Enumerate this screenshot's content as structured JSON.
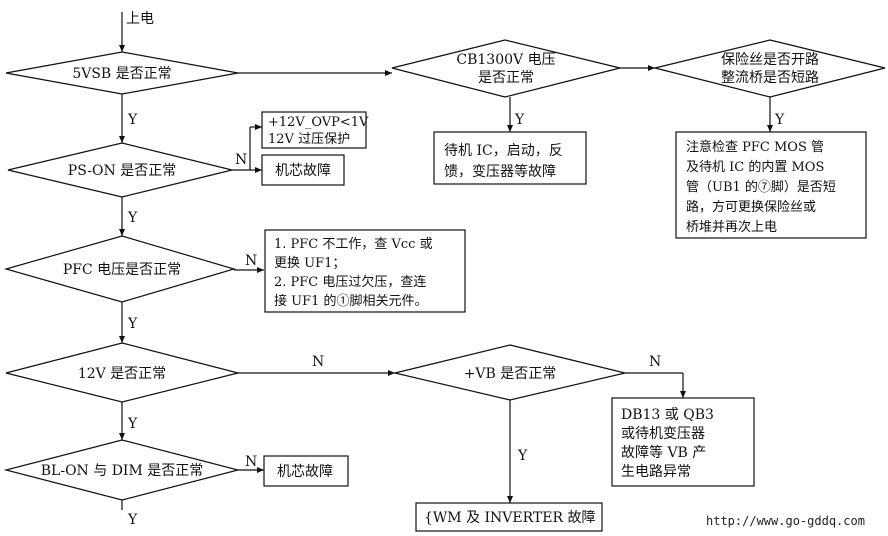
{
  "start": "上电",
  "decisions": {
    "d_5vsb": "5VSB 是否正常",
    "d_pson": "PS-ON 是否正常",
    "d_pfc": "PFC 电压是否正常",
    "d_12v": "12V 是否正常",
    "d_blon": "BL-ON 与 DIM 是否正常",
    "d_cb1300": [
      "CB1300V 电压",
      "是否正常"
    ],
    "d_fuse": [
      "保险丝是否开路",
      "整流桥是否短路"
    ],
    "d_vb": "+VB 是否正常"
  },
  "boxes": {
    "b_ovp": [
      "+12V_OVP<1V",
      "12V 过压保护"
    ],
    "b_core1": "机芯故障",
    "b_standby": [
      "待机 IC，启动，反",
      "馈，变压器等故障"
    ],
    "b_note": [
      "注意检查 PFC MOS 管",
      "及待机 IC 的内置 MOS",
      "管（UB1 的⑦脚）是否短",
      "路，方可更换保险丝或",
      "桥堆并再次上电"
    ],
    "b_pfc": [
      "1. PFC 不工作，查 Vcc 或",
      "更换 UF1；",
      "2. PFC 电压过欠压，查连",
      "接 UF1 的①脚相关元件。"
    ],
    "b_db13": [
      "DB13 或 QB3",
      "或待机变压器",
      "故障等 VB 产",
      "生电路异常"
    ],
    "b_core2": "机芯故障",
    "b_inverter": "{WM 及 INVERTER 故障"
  },
  "labels": {
    "yes": "Y",
    "no": "N"
  },
  "watermark": "http://www.go-gddq.com"
}
